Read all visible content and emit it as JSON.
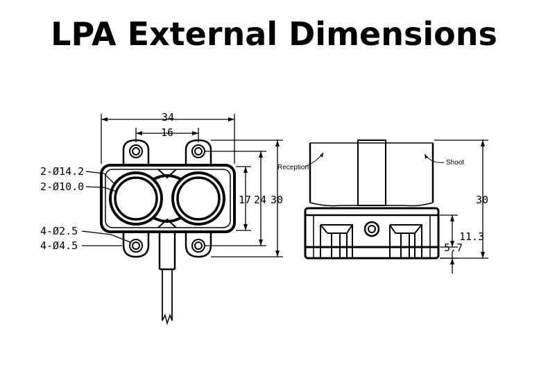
{
  "title": "LPA External Dimensions",
  "front_view": {
    "overall_width": "34",
    "hole_spacing": "16",
    "lens_outer": "2-Ø14.2",
    "lens_inner": "2-Ø10.0",
    "mount_inner": "4-Ø2.5",
    "mount_outer": "4-Ø4.5",
    "height_body": "17",
    "height_holes": "24",
    "height_total": "30"
  },
  "side_view": {
    "reception": "Reception",
    "shoot": "Shoot",
    "height_total": "30",
    "base_height": "11.3",
    "base_offset": "5.7"
  }
}
